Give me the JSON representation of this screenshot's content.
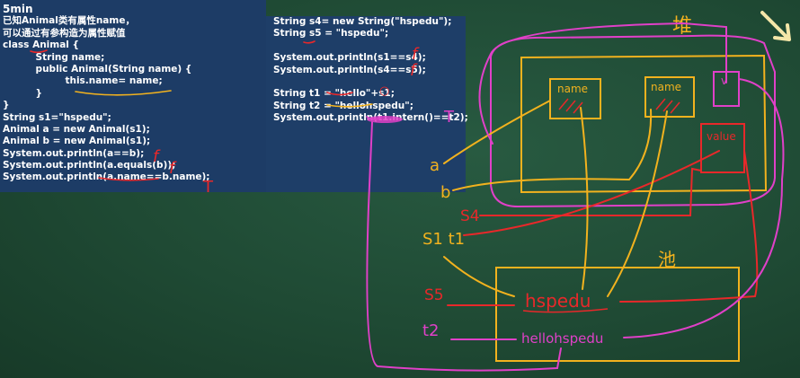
{
  "code_left": {
    "lines": [
      "5min",
      "已知Animal类有属性name，",
      "可以通过有参构造为属性赋值",
      "class Animal {",
      "          String name;",
      "          public Animal(String name) {",
      "                   this.name= name;",
      "          }",
      "}",
      "String s1=\"hspedu\";",
      "Animal a = new Animal(s1);",
      "Animal b = new Animal(s1);",
      "System.out.println(a==b);",
      "System.out.println(a.equals(b));",
      "System.out.println(a.name==b.name);"
    ]
  },
  "code_right": {
    "lines": [
      "String s4= new String(\"hspedu\");",
      "String s5 = \"hspedu\";",
      "",
      "System.out.println(s1==s4);",
      "System.out.println(s4==s5);",
      "",
      "String t1 = \"hello\"+s1;",
      "String t2 = \"hellohspedu\";",
      "System.out.println(t1.intern()==t2);"
    ]
  },
  "annotations": {
    "left_results": [
      "f",
      "f",
      "T"
    ],
    "right_results": [
      "f",
      "f",
      "T"
    ],
    "o_mark": "○",
    "heap_label": "堆",
    "pool_label": "池",
    "name_box_1": "name",
    "name_box_2": "name",
    "value_box": "value",
    "v_box": "v",
    "var_a": "a",
    "var_b": "b",
    "var_s4": "S4",
    "var_s1_t1": "S1 t1",
    "var_s5": "S5",
    "var_t2": "t2",
    "pool_hspedu": "hspedu",
    "pool_hellohspedu": "hellohspedu"
  },
  "colors": {
    "board": "#1f4a34",
    "code_bg": "#1d3c66",
    "yellow": "#f2b21e",
    "pink": "#e040c8",
    "red": "#e8282a",
    "arrow_cream": "#f5e6a8"
  }
}
